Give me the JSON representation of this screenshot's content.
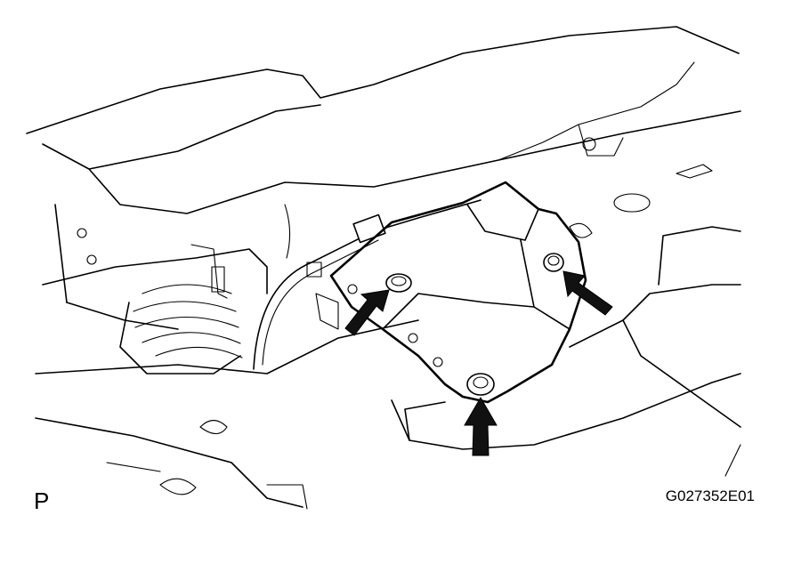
{
  "diagram": {
    "view_label": "P",
    "figure_code": "G027352E01",
    "callouts": [
      {
        "name": "arrow-bolt-left",
        "icon": "arrow-icon"
      },
      {
        "name": "arrow-bolt-right",
        "icon": "arrow-icon"
      },
      {
        "name": "arrow-bolt-bottom",
        "icon": "arrow-icon"
      }
    ]
  }
}
